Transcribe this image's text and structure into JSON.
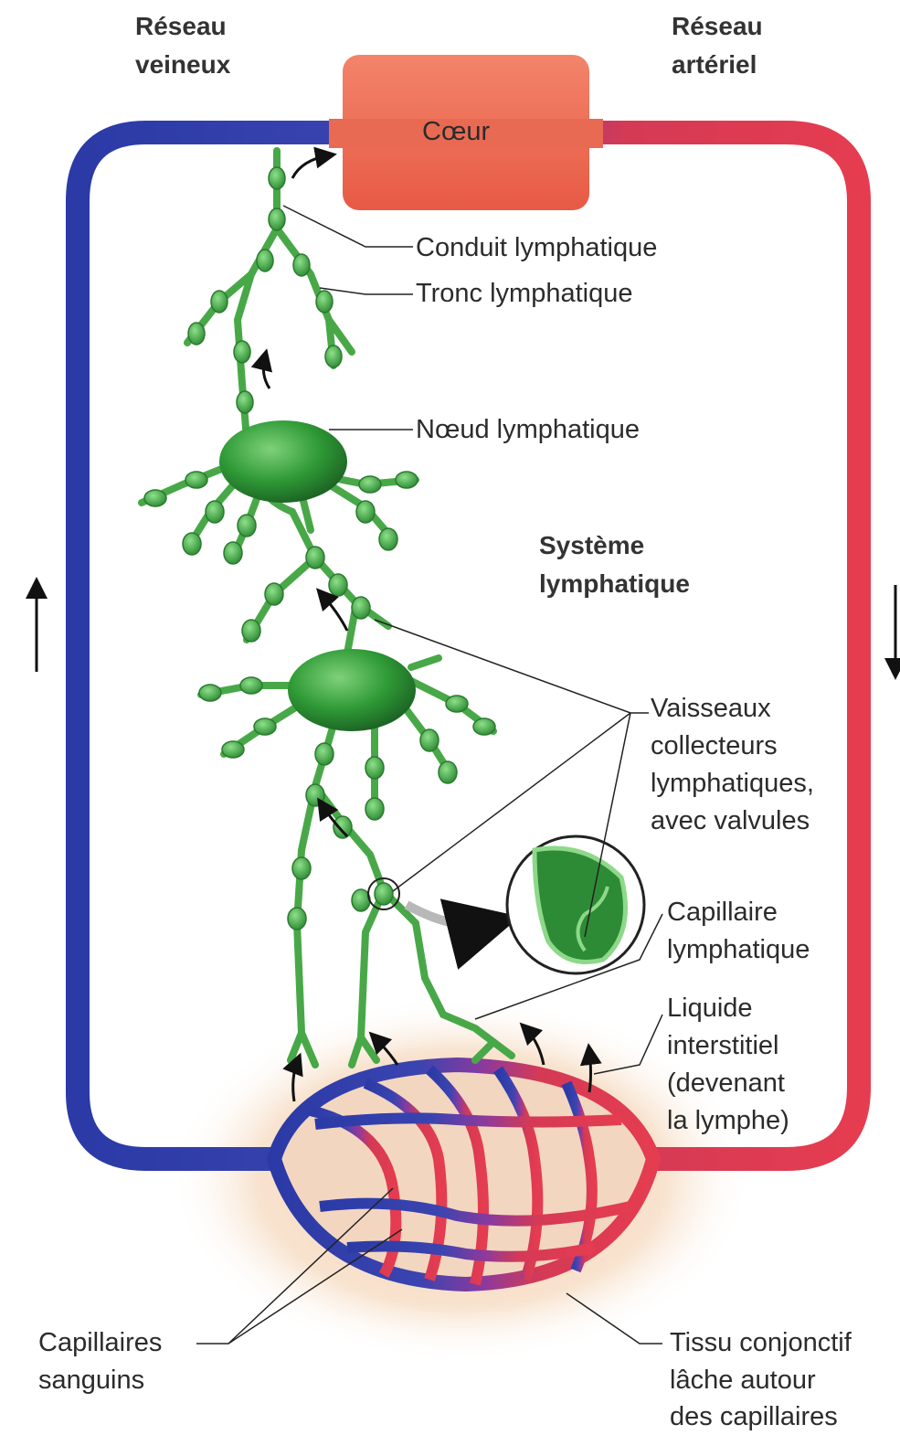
{
  "header": {
    "venous_title": "Réseau veineux",
    "arterial_title": "Réseau artériel"
  },
  "heart_label": "Cœur",
  "system_title": "Système lymphatique",
  "labels": {
    "duct": "Conduit lymphatique",
    "trunk": "Tronc lymphatique",
    "node": "Nœud lymphatique",
    "vessels": [
      "Vaisseaux",
      "collecteurs",
      "lymphatiques,",
      "avec valvules"
    ],
    "capillary": [
      "Capillaire",
      "lymphatique"
    ],
    "fluid": [
      "Liquide",
      "interstitiel",
      "(devenant",
      "la lymphe)"
    ],
    "blood_capillaries": [
      "Capillaires",
      "sanguins"
    ],
    "tissue": [
      "Tissu conjonctif",
      "lâche autour",
      "des capillaires"
    ]
  },
  "colors": {
    "venous": "#2f3ea8",
    "arterial": "#e0394f",
    "heart": "#ec6b50",
    "lymph": "#3d9b3d",
    "lymph_dark": "#1f6e25",
    "tissue": "#f6dcc0"
  }
}
